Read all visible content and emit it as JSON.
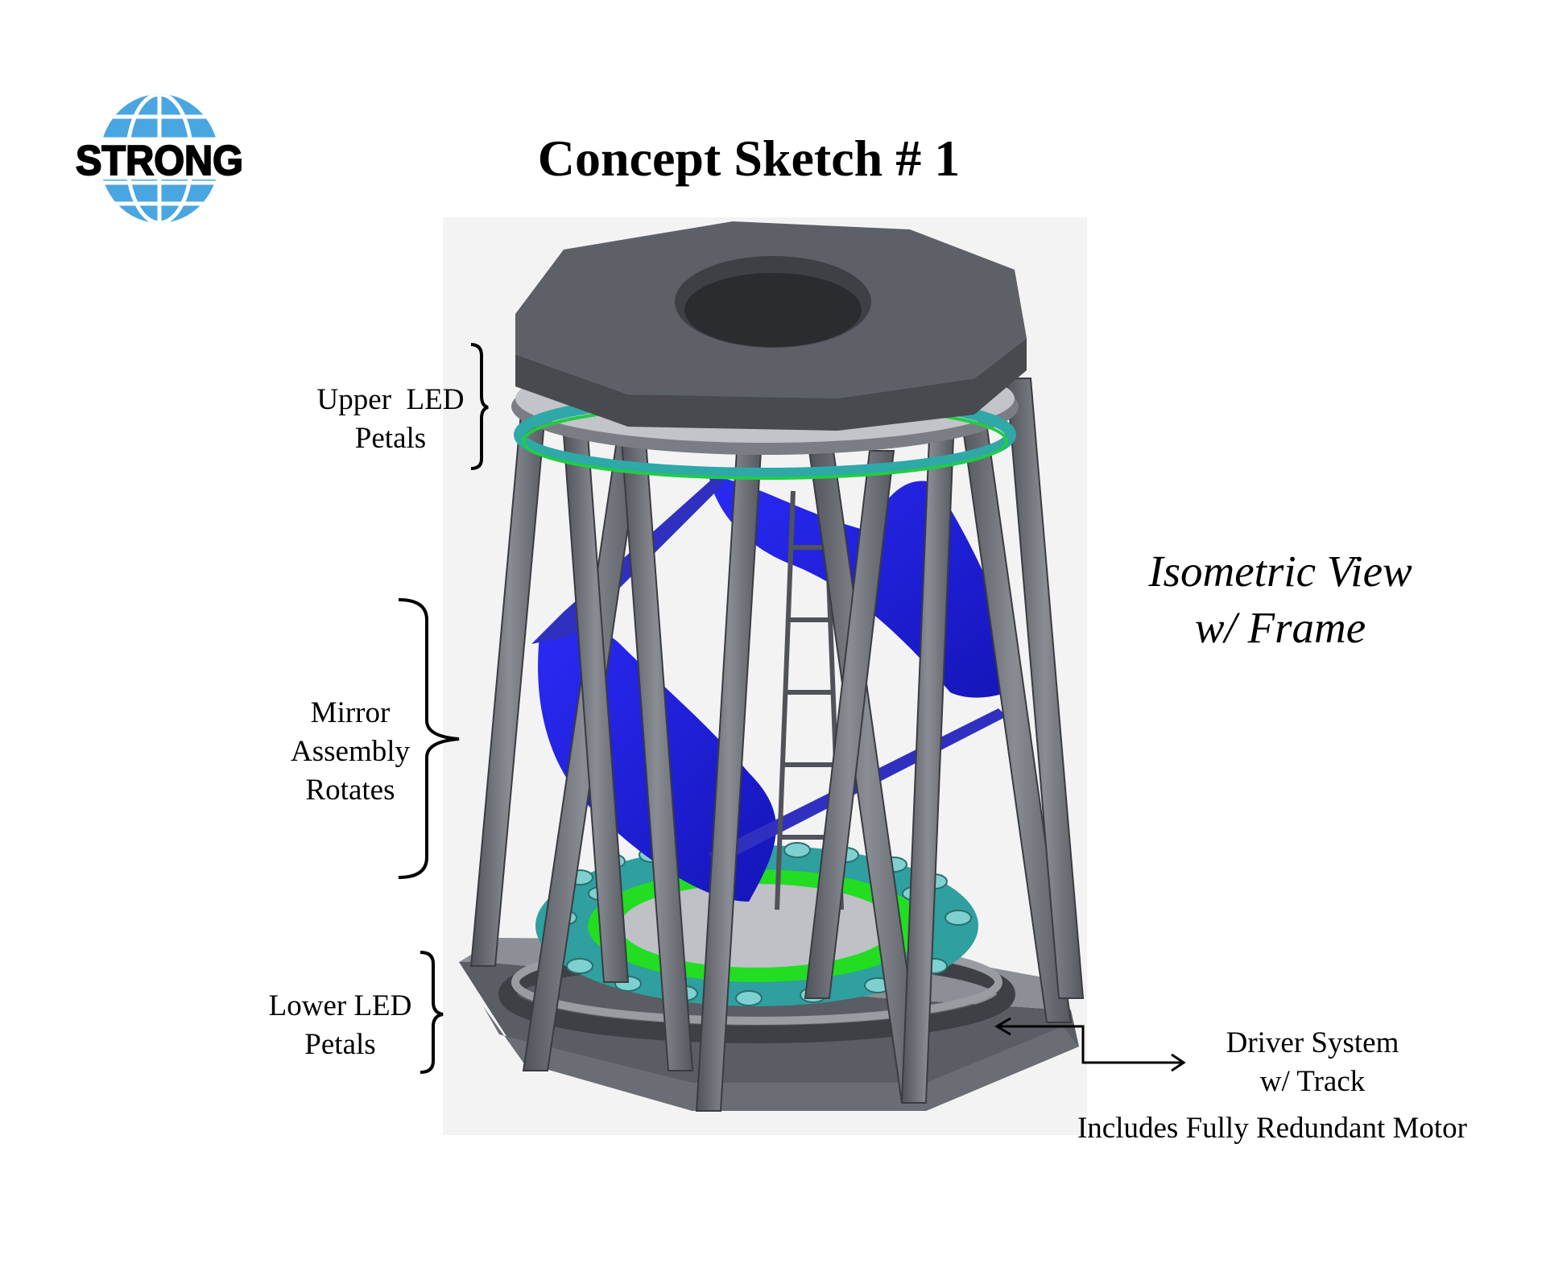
{
  "logo": {
    "text": "STRONG",
    "icon": "globe-icon",
    "color": "#3f9fdc"
  },
  "title": "Concept Sketch # 1",
  "view_caption": {
    "line1": "Isometric View",
    "line2": "w/ Frame"
  },
  "callouts": {
    "upper_led": {
      "line1": "Upper  LED",
      "line2": "Petals"
    },
    "mirror": {
      "line1": "Mirror",
      "line2": "Assembly",
      "line3": "Rotates"
    },
    "lower_led": {
      "line1": "Lower LED",
      "line2": "Petals"
    },
    "driver": {
      "line1": "Driver System",
      "line2": "w/ Track",
      "line3": "Includes Fully Redundant Motor"
    }
  },
  "colors": {
    "frame": "#6b6e75",
    "mirror": "#1a1adc",
    "led": "#2fa8a8",
    "led_ring": "#22dd22"
  }
}
